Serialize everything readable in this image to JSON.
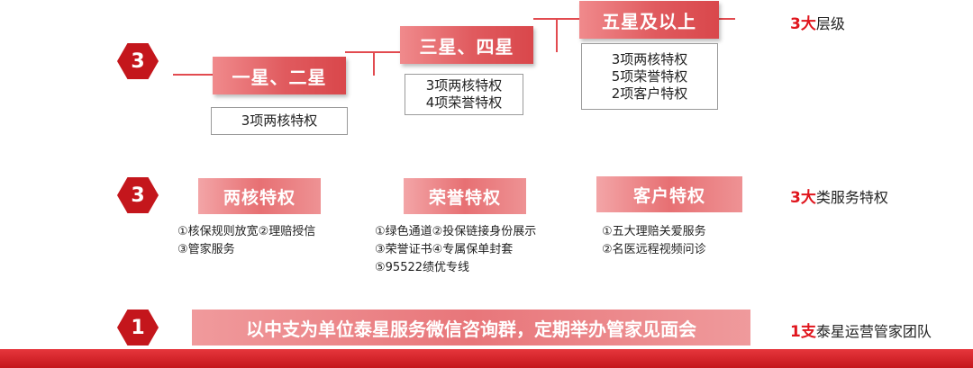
{
  "tiers": {
    "badge": "3",
    "levels": [
      {
        "title": "一星、二星",
        "items": [
          "3项两核特权"
        ]
      },
      {
        "title": "三星、四星",
        "items": [
          "3项两核特权",
          "4项荣誉特权"
        ]
      },
      {
        "title": "五星及以上",
        "items": [
          "3项两核特权",
          "5项荣誉特权",
          "2项客户特权"
        ]
      }
    ],
    "right_label": {
      "highlight": "3大",
      "text": "层级"
    }
  },
  "services": {
    "badge": "3",
    "categories": [
      {
        "title": "两核特权",
        "lines": [
          "①核保规则放宽②理赔授信",
          "③管家服务"
        ]
      },
      {
        "title": "荣誉特权",
        "lines": [
          "①绿色通道②投保链接身份展示",
          "③荣誉证书④专属保单封套",
          "⑤95522绩优专线"
        ]
      },
      {
        "title": "客户特权",
        "lines": [
          "①五大理赔关爱服务",
          "②名医远程视频问诊"
        ]
      }
    ],
    "right_label": {
      "highlight": "3大",
      "text": "类服务特权"
    }
  },
  "team": {
    "badge": "1",
    "banner": "以中支为单位泰星服务微信咨询群，定期举办管家见面会",
    "right_label": {
      "highlight": "1支",
      "text": "泰星运营管家团队"
    }
  },
  "colors": {
    "accent": "#c4161c",
    "highlight_text": "#e0151d",
    "tier_bar": "#e05a5e"
  }
}
